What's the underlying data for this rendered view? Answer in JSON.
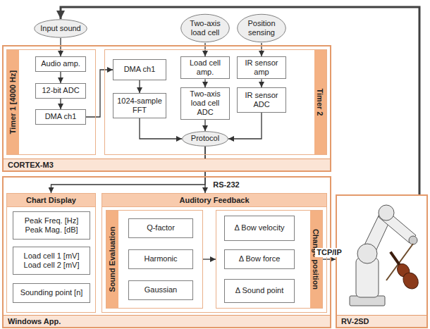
{
  "diagram": {
    "nodes": [
      {
        "text": [
          "Input sound"
        ]
      },
      {
        "text": [
          "Two-axis load cell"
        ]
      },
      {
        "text": [
          "Position sensing"
        ]
      },
      {
        "text": [
          "CORTEX-M3"
        ]
      },
      {
        "text": [
          "Timer 1 [4000 Hz]"
        ],
        "in": 3
      },
      {
        "text": [
          "Audio amp."
        ],
        "in": 4
      },
      {
        "text": [
          "12-bit ADC"
        ],
        "in": 4
      },
      {
        "text": [
          "DMA ch1"
        ],
        "in": 4
      },
      {
        "text": [
          "Timer 2"
        ],
        "in": 3
      },
      {
        "text": [
          "DMA ch1"
        ],
        "in": 8
      },
      {
        "text": [
          "1024-sample FFT"
        ],
        "in": 8
      },
      {
        "text": [
          "Load cell amp."
        ],
        "in": 8
      },
      {
        "text": [
          "Two-axis load cell ADC"
        ],
        "in": 8
      },
      {
        "text": [
          "IR sensor amp"
        ],
        "in": 8
      },
      {
        "text": [
          "IR sensor ADC"
        ],
        "in": 8
      },
      {
        "text": [
          "Protocol"
        ],
        "in": 8
      },
      {
        "text": [
          "Windows App."
        ]
      },
      {
        "text": [
          "Chart Display"
        ],
        "in": 16
      },
      {
        "text": [
          "Peak Freq. [Hz]",
          "Peak Mag. [dB]"
        ],
        "in": 17
      },
      {
        "text": [
          "Load cell 1 [mV]",
          "Load cell 2 [mV]"
        ],
        "in": 17
      },
      {
        "text": [
          "Sounding point [n]"
        ],
        "in": 17
      },
      {
        "text": [
          "Auditory Feedback"
        ],
        "in": 16
      },
      {
        "text": [
          "Sound Evaluation"
        ],
        "in": 21
      },
      {
        "text": [
          "Q-factor"
        ],
        "in": 22
      },
      {
        "text": [
          "Harmonic"
        ],
        "in": 22
      },
      {
        "text": [
          "Gaussian"
        ],
        "in": 22
      },
      {
        "text": [
          "Change position"
        ],
        "in": 21
      },
      {
        "text": [
          "Δ Bow velocity"
        ],
        "in": 26
      },
      {
        "text": [
          "Δ Bow force"
        ],
        "in": 26
      },
      {
        "text": [
          "Δ Sound point"
        ],
        "in": 26
      },
      {
        "text": [
          "RV-2SD"
        ]
      }
    ],
    "edges": [
      {
        "from": 0,
        "to": 5,
        "arrow": "to"
      },
      {
        "from": 5,
        "to": 6,
        "arrow": "to"
      },
      {
        "from": 6,
        "to": 7,
        "arrow": "to"
      },
      {
        "from": 7,
        "to": 9,
        "arrow": "to"
      },
      {
        "from": 9,
        "to": 10,
        "arrow": "to"
      },
      {
        "from": 1,
        "to": 11,
        "arrow": "to"
      },
      {
        "from": 11,
        "to": 12,
        "arrow": "to"
      },
      {
        "from": 2,
        "to": 13,
        "arrow": "to"
      },
      {
        "from": 13,
        "to": 14,
        "arrow": "to"
      },
      {
        "from": 10,
        "to": 15,
        "arrow": "to"
      },
      {
        "from": 12,
        "to": 15,
        "arrow": "to"
      },
      {
        "from": 14,
        "to": 15,
        "arrow": "to"
      },
      {
        "from": 15,
        "to": 17,
        "arrow": "to"
      },
      {
        "from": 15,
        "to": 21,
        "label": "RS-232",
        "arrow": "to"
      },
      {
        "from": 22,
        "to": 26,
        "arrow": "to"
      },
      {
        "from": 26,
        "to": 30,
        "label": "TCP/IP",
        "arrow": "to"
      },
      {
        "from": 30,
        "to": 0,
        "arrow": "to"
      }
    ]
  }
}
